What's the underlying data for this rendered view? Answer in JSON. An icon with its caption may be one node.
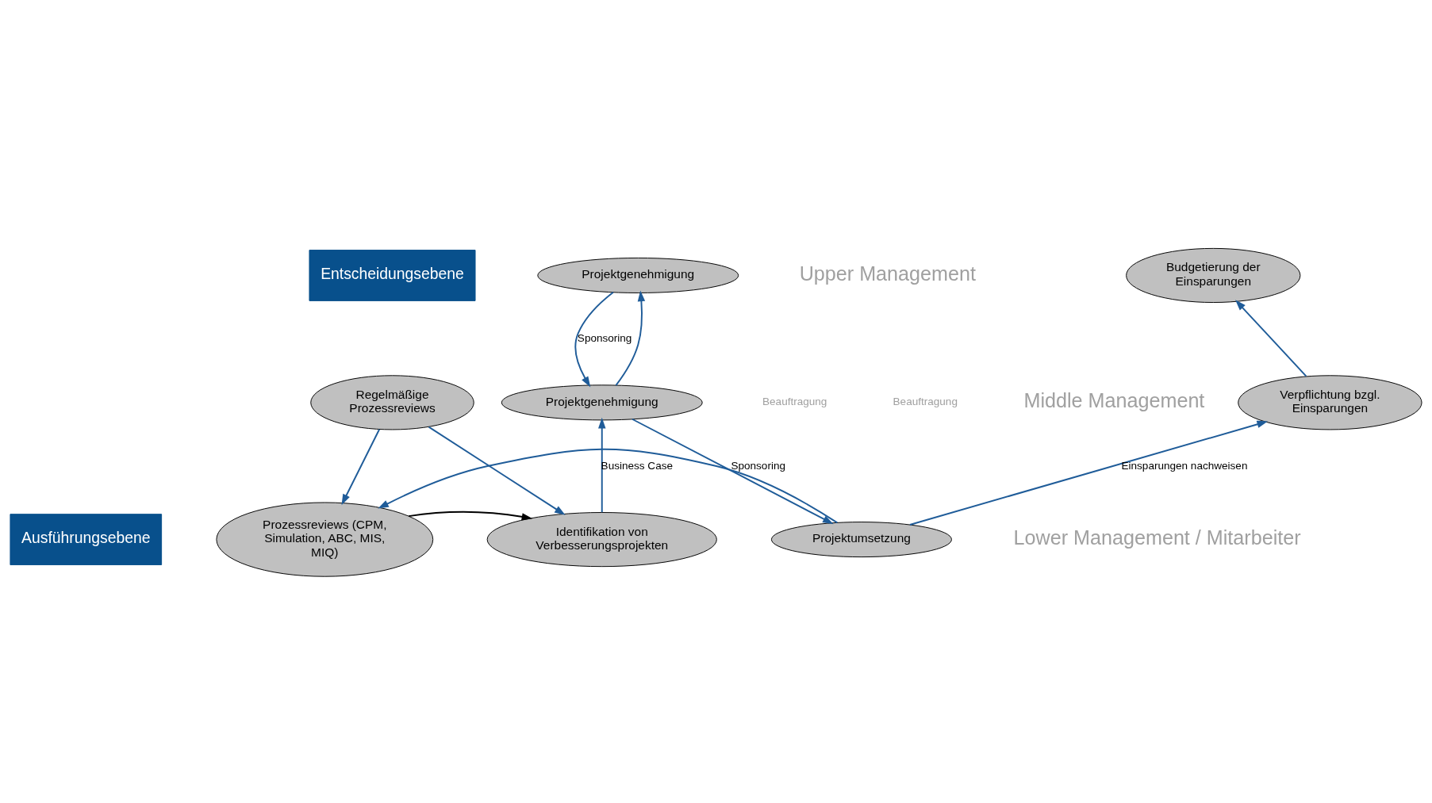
{
  "diagram": {
    "nodes": [
      {
        "text": [
          "Entscheidungsebene"
        ]
      },
      {
        "text": [
          "Ausführungsebene"
        ]
      },
      {
        "text": [
          "Projektgenehmigung"
        ]
      },
      {
        "text": [
          "Budgetierung der Einsparungen"
        ]
      },
      {
        "text": [
          "Regelmäßige Prozessreviews"
        ]
      },
      {
        "text": [
          "Projektgenehmigung"
        ]
      },
      {
        "text": [
          "Verpflichtung bzgl. Einsparungen"
        ]
      },
      {
        "text": [
          "Prozessreviews (CPM, Simulation, ABC, MIS, MIQ)"
        ]
      },
      {
        "text": [
          "Identifikation von Verbesserungsprojekten"
        ]
      },
      {
        "text": [
          "Projektumsetzung"
        ]
      }
    ],
    "edges": [
      {
        "from": 5,
        "to": 2,
        "arrow": "to"
      },
      {
        "from": 2,
        "to": 5,
        "arrow": "to",
        "label": "Sponsoring"
      },
      {
        "from": 6,
        "to": 3,
        "arrow": "to"
      },
      {
        "from": 4,
        "to": 7,
        "arrow": "to"
      },
      {
        "from": 4,
        "to": 8,
        "arrow": "to"
      },
      {
        "from": 8,
        "to": 5,
        "arrow": "to",
        "label": "Business Case"
      },
      {
        "from": 5,
        "to": 9,
        "arrow": "to",
        "label": "Sponsoring"
      },
      {
        "from": 9,
        "to": 6,
        "arrow": "to",
        "label": "Einsparungen nachweisen"
      },
      {
        "from": 7,
        "to": 8,
        "arrow": "to",
        "color": "#000000"
      },
      {
        "from": 9,
        "to": 7,
        "arrow": "to"
      }
    ],
    "labels": [
      "Upper Management",
      "Beauftragung",
      "Middle Management",
      "Beauftragung",
      "Lower Management / Mitarbeiter"
    ]
  }
}
